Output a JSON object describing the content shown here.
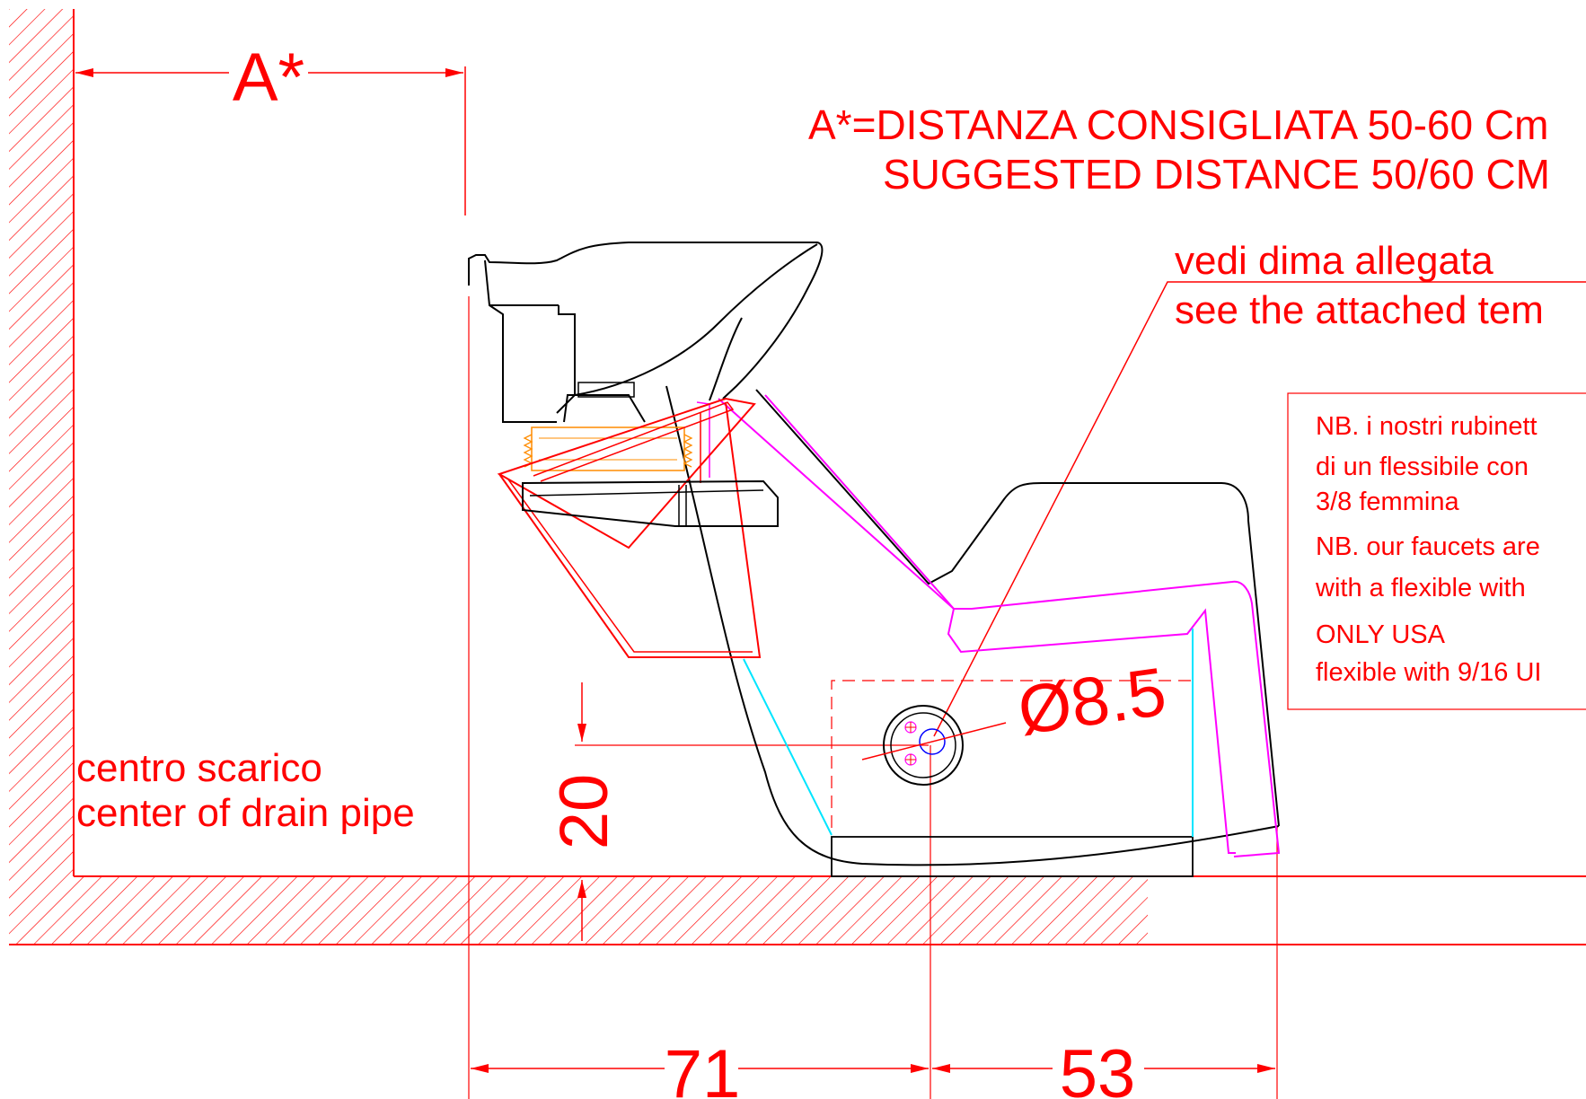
{
  "dimensions": {
    "wall_distance_label": "A*",
    "drain_height": "20",
    "horizontal_left": "71",
    "horizontal_right": "53",
    "hole_diameter": "Ø8.5"
  },
  "notes": {
    "distance_it": "A*=DISTANZA CONSIGLIATA 50-60 Cm",
    "distance_en": "SUGGESTED DISTANCE 50/60 CM",
    "template_it": "vedi dima allegata",
    "template_en": "see the attached tem",
    "drain_it": "centro scarico",
    "drain_en": "center of drain pipe"
  },
  "nb_box": {
    "lines": [
      "NB. i nostri rubinett",
      "di un flessibile con",
      "3/8 femmina",
      "NB. our faucets are",
      "with a flexible with",
      "ONLY USA",
      "flexible with 9/16 UI"
    ]
  },
  "colors": {
    "dimension": "#ff0000",
    "outline": "#000000",
    "seat": "#ff00ff",
    "support": "#00e5ff",
    "fitting": "#ff8c00"
  }
}
